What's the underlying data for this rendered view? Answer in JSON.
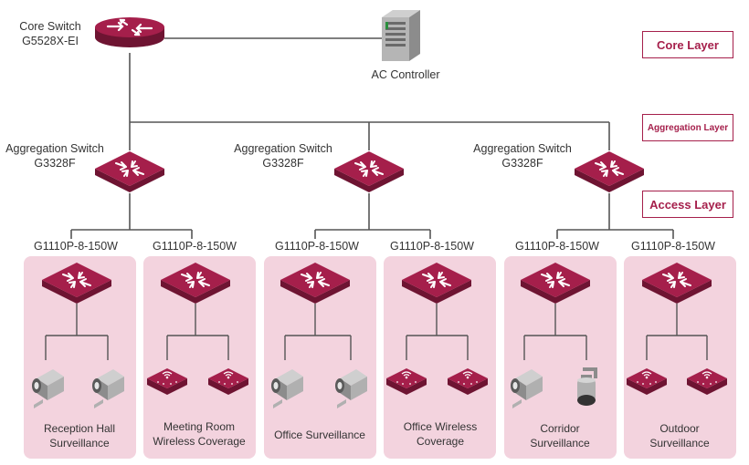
{
  "core_switch": {
    "name": "Core Switch",
    "model": "G5528X-EI"
  },
  "ac_controller": {
    "label": "AC Controller"
  },
  "layers": {
    "core": "Core Layer",
    "aggregation": "Aggregation Layer",
    "access": "Access Layer"
  },
  "aggregation_switches": [
    {
      "name": "Aggregation Switch",
      "model": "G3328F"
    },
    {
      "name": "Aggregation Switch",
      "model": "G3328F"
    },
    {
      "name": "Aggregation Switch",
      "model": "G3328F"
    }
  ],
  "access_switches": [
    {
      "model": "G1110P-8-150W",
      "area_line1": "Reception Hall",
      "area_line2": "Surveillance",
      "devices": [
        "camera",
        "camera"
      ]
    },
    {
      "model": "G1110P-8-150W",
      "area_line1": "Meeting Room",
      "area_line2": "Wireless Coverage",
      "devices": [
        "access-point",
        "access-point"
      ]
    },
    {
      "model": "G1110P-8-150W",
      "area_line1": "Office Surveillance",
      "area_line2": "",
      "devices": [
        "camera",
        "camera"
      ]
    },
    {
      "model": "G1110P-8-150W",
      "area_line1": "Office Wireless",
      "area_line2": "Coverage",
      "devices": [
        "access-point",
        "access-point"
      ]
    },
    {
      "model": "G1110P-8-150W",
      "area_line1": "Corridor",
      "area_line2": "Surveillance",
      "devices": [
        "camera",
        "dome-camera"
      ]
    },
    {
      "model": "G1110P-8-150W",
      "area_line1": "Outdoor",
      "area_line2": "Surveillance",
      "devices": [
        "access-point",
        "access-point"
      ]
    }
  ],
  "colors": {
    "switch": "#a51f4b",
    "switch_dark": "#6e1432",
    "panel": "#f3d3de",
    "line": "#555555",
    "accent": "#a51f4b"
  },
  "icons": {
    "core": "router-icon",
    "aggregation": "switch-icon",
    "access": "switch-icon",
    "server": "server-tower-icon",
    "camera": "bullet-camera-icon",
    "ap": "access-point-icon",
    "dome": "dome-camera-icon"
  }
}
